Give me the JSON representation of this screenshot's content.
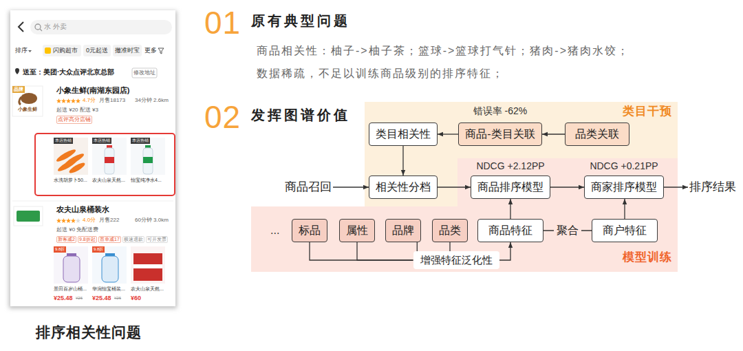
{
  "diagram": {
    "caption": "排序相关性问题",
    "nodes": [
      {
        "text": [
          "类目干预"
        ]
      },
      {
        "text": [
          "类目相关性"
        ],
        "in": 0
      },
      {
        "text": [
          "商品-类目关联"
        ],
        "in": 0
      },
      {
        "text": [
          "品类关联"
        ],
        "in": 0
      },
      {
        "text": [
          "相关性分档"
        ],
        "in": 0
      },
      {
        "text": [
          "商品召回"
        ]
      },
      {
        "text": [
          "模型训练"
        ]
      },
      {
        "text": [
          "商品排序模型"
        ],
        "in": 6
      },
      {
        "text": [
          "商家排序模型"
        ],
        "in": 6
      },
      {
        "text": [
          "排序结果"
        ]
      },
      {
        "text": [
          "标品"
        ],
        "in": 6
      },
      {
        "text": [
          "属性"
        ],
        "in": 6
      },
      {
        "text": [
          "品牌"
        ],
        "in": 6
      },
      {
        "text": [
          "品类"
        ],
        "in": 6
      },
      {
        "text": [
          "商品特征"
        ],
        "in": 6
      },
      {
        "text": [
          "商户特征"
        ],
        "in": 6
      },
      {
        "text": [
          "增强特征泛化性"
        ],
        "in": 6
      }
    ],
    "edges": [
      {
        "from": 3,
        "to": 2,
        "arrow": "to"
      },
      {
        "from": 2,
        "to": 1,
        "arrow": "to"
      },
      {
        "from": 1,
        "to": 4,
        "arrow": "to"
      },
      {
        "from": 5,
        "to": 4,
        "arrow": "to"
      },
      {
        "from": 4,
        "to": 7,
        "arrow": "to"
      },
      {
        "from": 7,
        "to": 8,
        "arrow": "to"
      },
      {
        "from": 8,
        "to": 9,
        "arrow": "to"
      },
      {
        "from": 14,
        "to": 7,
        "arrow": "to"
      },
      {
        "from": 15,
        "to": 8,
        "arrow": "to"
      },
      {
        "from": 14,
        "to": 15,
        "label": "聚合",
        "arrow": "none"
      },
      {
        "from": 10,
        "to": 16,
        "arrow": "none"
      },
      {
        "from": 11,
        "to": 16,
        "arrow": "none"
      },
      {
        "from": 12,
        "to": 16,
        "arrow": "none"
      },
      {
        "from": 13,
        "to": 16,
        "arrow": "none"
      },
      {
        "from": 16,
        "to": 14,
        "arrow": "to"
      }
    ],
    "labels": [
      "01",
      "原有典型问题",
      "商品相关性：柚子->柚子茶；篮球->篮球打气针；猪肉->猪肉水饺；",
      "数据稀疏，不足以训练商品级别的排序特征；",
      "02",
      "发挥图谱价值",
      "错误率 -62%",
      "NDCG +2.12PP",
      "NDCG +0.21PP",
      "...",
      "水 外卖",
      "排序",
      "闪购超市",
      "0元起送",
      "撤准时宝",
      "更多",
      "送至：美团·大众点评北京总部",
      "修改地址",
      "品牌",
      "小象生鲜",
      "小象生鲜(南湖东园店)",
      "4.7分",
      "月售18173",
      "34分钟 2.6km",
      "起送 ¥20 配送 ¥3",
      "点评高分店铺",
      "本店热销",
      "本店热销",
      "本店热销",
      "水洗胡萝卜50...",
      "农夫山泉天然...",
      "怡宝纯净水4...",
      "农夫山泉桶装水",
      "4.0分",
      "月售222",
      "60分钟 3.0km",
      "起送 ¥0 免配送费",
      "新客减2",
      "9.8折起",
      "首单减17",
      "极速退款",
      "可开发票",
      "9.8折",
      "9.8折",
      "景田百岁山桶...",
      "华润怡宝桶装...",
      "农夫山泉天然...",
      "¥25.48",
      "¥26",
      "¥25.48",
      "¥26",
      "¥60"
    ]
  }
}
